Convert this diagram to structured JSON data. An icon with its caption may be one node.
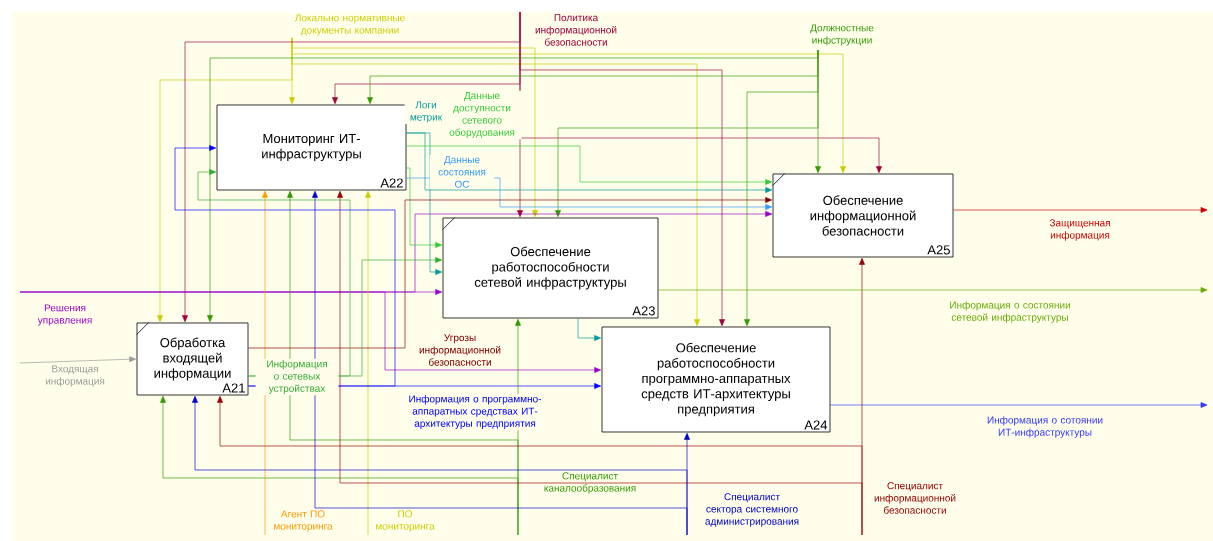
{
  "diagram": {
    "nodes": [
      {
        "text": [
          "Обработка входящей информации",
          "A21"
        ]
      },
      {
        "text": [
          "Мониторинг ИТ-инфраструктуры",
          "A22"
        ]
      },
      {
        "text": [
          "Обеспечение работоспособности сетевой инфраструктуры",
          "A23"
        ]
      },
      {
        "text": [
          "Обеспечение работоспособности программно-аппаратных средств ИТ-архитектуры предприятия",
          "A24"
        ]
      },
      {
        "text": [
          "Обеспечение информационной безопасности",
          "A25"
        ]
      },
      {
        "text": [
          "Локально нормативные документы компании"
        ]
      },
      {
        "text": [
          "Политика информационной безопасности"
        ]
      },
      {
        "text": [
          "Должностные инфструкции"
        ]
      },
      {
        "text": [
          "Решения управления"
        ]
      },
      {
        "text": [
          "Входящая информация"
        ]
      },
      {
        "text": [
          "Агент ПО мониторинга"
        ]
      },
      {
        "text": [
          "ПО мониторинга"
        ]
      },
      {
        "text": [
          "Специалист каналообразования"
        ]
      },
      {
        "text": [
          "Специалист сектора системного администрирования"
        ]
      },
      {
        "text": [
          "Специалист информационной безопасности"
        ]
      }
    ],
    "edges": [
      {
        "from": 5,
        "to": 1,
        "arrow": "to",
        "color": "#cccc00"
      },
      {
        "from": 5,
        "to": 0,
        "arrow": "to",
        "color": "#cccc00"
      },
      {
        "from": 5,
        "to": 2,
        "arrow": "to",
        "color": "#cccc00"
      },
      {
        "from": 5,
        "to": 4,
        "arrow": "to",
        "color": "#cccc00"
      },
      {
        "from": 5,
        "to": 3,
        "arrow": "to",
        "color": "#cccc00"
      },
      {
        "from": 6,
        "to": 1,
        "arrow": "to",
        "color": "#a0003c"
      },
      {
        "from": 6,
        "to": 0,
        "arrow": "to",
        "color": "#a0003c"
      },
      {
        "from": 6,
        "to": 2,
        "arrow": "to",
        "color": "#a0003c"
      },
      {
        "from": 6,
        "to": 4,
        "arrow": "to",
        "color": "#a0003c"
      },
      {
        "from": 6,
        "to": 3,
        "arrow": "to",
        "color": "#a0003c"
      },
      {
        "from": 7,
        "to": 1,
        "arrow": "to",
        "color": "#339900"
      },
      {
        "from": 7,
        "to": 0,
        "arrow": "to",
        "color": "#339900"
      },
      {
        "from": 7,
        "to": 2,
        "arrow": "to",
        "color": "#339900"
      },
      {
        "from": 7,
        "to": 4,
        "arrow": "to",
        "color": "#339900"
      },
      {
        "from": 7,
        "to": 3,
        "arrow": "to",
        "color": "#339900"
      },
      {
        "from": 8,
        "to": 2,
        "arrow": "to",
        "color": "#9900cc"
      },
      {
        "from": 8,
        "to": 4,
        "arrow": "to",
        "color": "#9900cc"
      },
      {
        "from": 8,
        "to": 3,
        "arrow": "to",
        "color": "#9900cc"
      },
      {
        "from": 9,
        "to": 0,
        "arrow": "to",
        "color": "#999999"
      },
      {
        "from": 10,
        "to": 1,
        "arrow": "to",
        "color": "#ff9900"
      },
      {
        "from": 11,
        "to": 1,
        "arrow": "to",
        "color": "#cccc00"
      },
      {
        "from": 12,
        "to": 2,
        "arrow": "to",
        "color": "#339900"
      },
      {
        "from": 12,
        "to": 0,
        "arrow": "to",
        "color": "#339900"
      },
      {
        "from": 12,
        "to": 1,
        "arrow": "to",
        "color": "#339900"
      },
      {
        "from": 13,
        "to": 3,
        "arrow": "to",
        "color": "#0000cc"
      },
      {
        "from": 13,
        "to": 0,
        "arrow": "to",
        "color": "#0000cc"
      },
      {
        "from": 13,
        "to": 1,
        "arrow": "to",
        "color": "#0000cc"
      },
      {
        "from": 14,
        "to": 4,
        "arrow": "to",
        "color": "#990000"
      },
      {
        "from": 14,
        "to": 0,
        "arrow": "to",
        "color": "#990000"
      },
      {
        "from": 14,
        "to": 1,
        "arrow": "to",
        "color": "#990000"
      },
      {
        "from": 1,
        "to": 4,
        "arrow": "to",
        "color": "#009999",
        "label": "Логи метрик"
      },
      {
        "from": 1,
        "to": 2,
        "arrow": "to",
        "color": "#009999"
      },
      {
        "from": 1,
        "to": 4,
        "arrow": "to",
        "color": "#33cc33",
        "label": "Данные доступности сетевого оборудования"
      },
      {
        "from": 1,
        "to": 2,
        "arrow": "to",
        "color": "#33cc33"
      },
      {
        "from": 1,
        "to": 4,
        "arrow": "to",
        "color": "#3399ff",
        "label": "Данные состояния ОС"
      },
      {
        "from": 2,
        "to": 3,
        "arrow": "to",
        "color": "#009999"
      },
      {
        "from": 0,
        "to": 4,
        "arrow": "to",
        "color": "#800000",
        "label": "Угрозы информационной безопасности"
      },
      {
        "from": 0,
        "to": 1,
        "arrow": "to",
        "color": "#33aa33",
        "label": "Информация о сетевых устройствах"
      },
      {
        "from": 0,
        "to": 2,
        "arrow": "to",
        "color": "#33aa33"
      },
      {
        "from": 0,
        "to": 3,
        "arrow": "to",
        "color": "#0000ff",
        "label": "Информация о программно-аппаратных средствах ИТ-архитектуры предприятия"
      },
      {
        "from": 0,
        "to": 1,
        "arrow": "to",
        "color": "#0000ff"
      },
      {
        "from": 4,
        "to": null,
        "arrow": "to",
        "color": "#cc0000",
        "label": "Защищенная информация"
      },
      {
        "from": 2,
        "to": null,
        "arrow": "to",
        "color": "#66aa00",
        "label": "Информация о состоянии сетевой инфраструктуры"
      },
      {
        "from": 3,
        "to": null,
        "arrow": "to",
        "color": "#3333ff",
        "label": "Информация о сотоянии ИТ-инфраструктуры"
      }
    ]
  }
}
